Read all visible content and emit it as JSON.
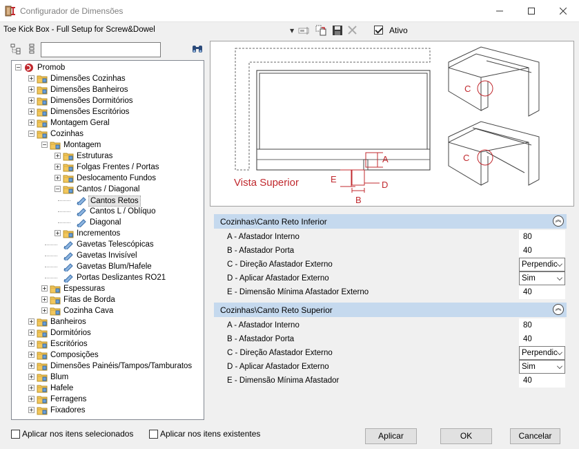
{
  "window": {
    "title": "Configurador de Dimensões"
  },
  "toolbar": {
    "setup_name": "Toe Kick Box - Full Setup for Screw&Dowel",
    "ativo_label": "Ativo",
    "ativo_checked": true
  },
  "tree": {
    "root": "Promob",
    "items": {
      "i1": "Dimensões Cozinhas",
      "i2": "Dimensões Banheiros",
      "i3": "Dimensões Dormitórios",
      "i4": "Dimensões Escritórios",
      "i5": "Montagem Geral",
      "i6": "Cozinhas",
      "i7": "Montagem",
      "i8": "Estruturas",
      "i9": "Folgas Frentes / Portas",
      "i10": "Deslocamento Fundos",
      "i11": "Cantos / Diagonal",
      "i12": "Cantos Retos",
      "i13": "Cantos L / Oblíquo",
      "i14": "Diagonal",
      "i15": "Incrementos",
      "i16": "Gavetas Telescópicas",
      "i17": "Gavetas Invisível",
      "i18": "Gavetas Blum/Hafele",
      "i19": "Portas Deslizantes RO21",
      "i20": "Espessuras",
      "i21": "Fitas de Borda",
      "i22": "Cozinha Cava",
      "i23": "Banheiros",
      "i24": "Dormitórios",
      "i25": "Escritórios",
      "i26": "Composições",
      "i27": "Dimensões Painéis/Tampos/Tamburatos",
      "i28": "Blum",
      "i29": "Hafele",
      "i30": "Ferragens",
      "i31": "Fixadores"
    }
  },
  "preview": {
    "view_label": "Vista Superior",
    "dim_a": "A",
    "dim_b": "B",
    "dim_c": "C",
    "dim_d": "D",
    "dim_e": "E",
    "accent": "#c0282d"
  },
  "groups": {
    "inferior": {
      "title": "Cozinhas\\Canto Reto Inferior",
      "props": {
        "a": {
          "name": "A - Afastador Interno",
          "value": "80"
        },
        "b": {
          "name": "B - Afastador Porta",
          "value": "40"
        },
        "c": {
          "name": "C - Direção Afastador Externo",
          "value": "Perpendic"
        },
        "d": {
          "name": "D - Aplicar Afastador Externo",
          "value": "Sim"
        },
        "e": {
          "name": "E - Dimensão Mínima Afastador Externo",
          "value": "40"
        }
      }
    },
    "superior": {
      "title": "Cozinhas\\Canto Reto Superior",
      "props": {
        "a": {
          "name": "A - Afastador Interno",
          "value": "80"
        },
        "b": {
          "name": "B - Afastador Porta",
          "value": "40"
        },
        "c": {
          "name": "C - Direção Afastador Externo",
          "value": "Perpendic"
        },
        "d": {
          "name": "D - Aplicar Afastador Externo",
          "value": "Sim"
        },
        "e": {
          "name": "E - Dimensão Mínima Afastador",
          "value": "40"
        }
      }
    }
  },
  "footer": {
    "apply_selected_label": "Aplicar nos itens selecionados",
    "apply_existing_label": "Aplicar nos itens existentes",
    "apply_button": "Aplicar",
    "ok_button": "OK",
    "cancel_button": "Cancelar"
  }
}
